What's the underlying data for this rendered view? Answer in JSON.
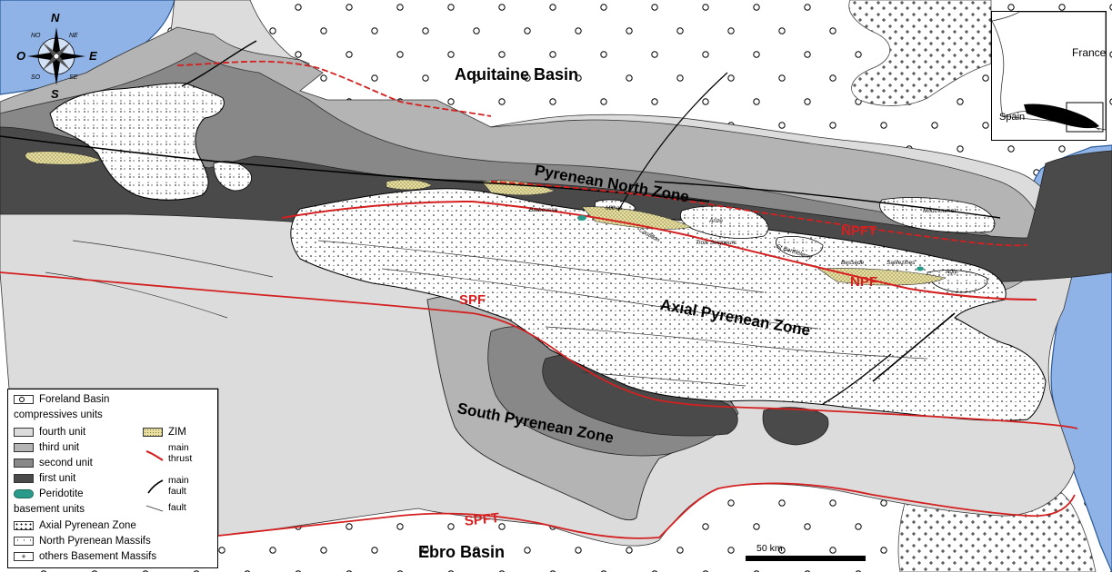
{
  "regions": {
    "aquitaine": "Aquitaine Basin",
    "ebro": "Ebro Basin",
    "north_zone": "Pyrenean North Zone",
    "axial_zone": "Axial Pyrenean Zone",
    "south_zone": "South Pyrenean Zone"
  },
  "faults": {
    "npft": "NPFT",
    "npf": "NPF",
    "spf": "SPF",
    "spft": "SPFT"
  },
  "massifs": [
    "Barbousse",
    "Milhas",
    "Arize",
    "Castillon",
    "Trois Seigneurs",
    "St Barthélemy",
    "Mouthoumet",
    "Agly",
    "Bessède",
    "Salvezines"
  ],
  "compass": {
    "n": "N",
    "s": "S",
    "e": "E",
    "o": "O",
    "ne": "NE",
    "no": "NO",
    "se": "SE",
    "so": "SO"
  },
  "inset": {
    "france": "France",
    "spain": "Spain"
  },
  "scale": {
    "label": "50 km"
  },
  "legend": {
    "foreland": "Foreland Basin",
    "compressive_header": "compressives units",
    "fourth": "fourth unit",
    "third": "third unit",
    "second": "second unit",
    "first": "first unit",
    "peridotite": "Peridotite",
    "basement_header": "basement units",
    "axial": "Axial Pyrenean Zone",
    "north_massifs": "North Pyrenean Massifs",
    "others": "others Basement Massifs",
    "zim": "ZIM",
    "main_thrust": "main thrust",
    "main_fault": "main fault",
    "fault": "fault"
  },
  "colors": {
    "sea": "#8fb3e6",
    "fourth_unit": "#dcdcdc",
    "third_unit": "#b4b4b4",
    "second_unit": "#888888",
    "first_unit": "#4a4a4a",
    "zim": "#e8dfa0",
    "thrust": "#d42020",
    "peridotite": "#2a9a8a"
  }
}
